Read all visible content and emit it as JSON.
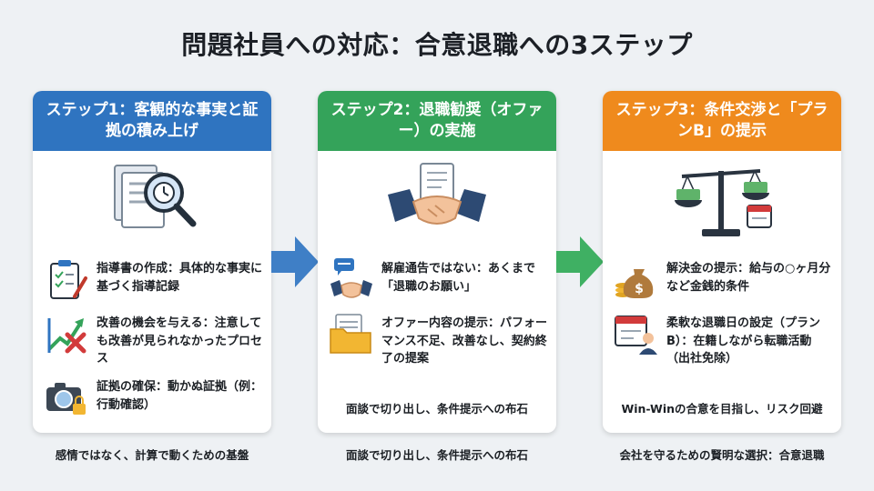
{
  "title": "問題社員への対応：合意退職への3ステップ",
  "colors": {
    "step1": "#2f74c0",
    "step2": "#34a35a",
    "step3": "#ef8a1d",
    "background": "#eef1f4"
  },
  "steps": [
    {
      "header": "ステップ1：客観的な事実と証拠の積み上げ",
      "hero_icon": "magnifier-document-clock-icon",
      "items": [
        {
          "icon": "clipboard-pen-icon",
          "text": "指導書の作成：具体的な事実に基づく指導記録"
        },
        {
          "icon": "growth-arrow-cross-icon",
          "text": "改善の機会を与える：注意しても改善が見られなかったプロセス"
        },
        {
          "icon": "camera-lock-icon",
          "text": "証拠の確保：動かぬ証拠（例：行動確認）"
        }
      ],
      "footer": "",
      "below": "感情ではなく、計算で動くための基盤"
    },
    {
      "header": "ステップ2：退職勧奨（オファー）の実施",
      "hero_icon": "handshake-document-icon",
      "items": [
        {
          "icon": "speech-handshake-icon",
          "text": "解雇通告ではない：あくまで「退職のお願い」"
        },
        {
          "icon": "folder-document-icon",
          "text": "オファー内容の提示：パフォーマンス不足、改善なし、契約終了の提案"
        }
      ],
      "footer": "面談で切り出し、条件提示への布石",
      "below": "面談で切り出し、条件提示への布石"
    },
    {
      "header": "ステップ3：条件交渉と「プランB」の提示",
      "hero_icon": "scale-money-calendar-icon",
      "items": [
        {
          "icon": "money-bag-coins-icon",
          "text": "解決金の提示：給与の○ヶ月分など金銭的条件"
        },
        {
          "icon": "calendar-person-icon",
          "text": "柔軟な退職日の設定（プランB）：在籍しながら転職活動（出社免除）"
        }
      ],
      "footer": "Win-Winの合意を目指し、リスク回避",
      "below": "会社を守るための賢明な選択：合意退職"
    }
  ]
}
